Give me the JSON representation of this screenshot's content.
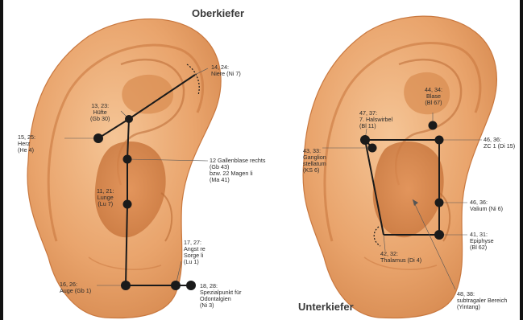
{
  "titles": {
    "top": "Oberkiefer",
    "bottom": "Unterkiefer"
  },
  "left_ear": {
    "labels": {
      "niere": "14, 24:\nNiere (Ni 7)",
      "huefte": "13, 23:\nHüfte\n(Gb 30)",
      "herz": "15, 25:\nHerz\n(He 4)",
      "gallenblase": "12 Gallenblase rechts\n(Gb 43)\nbzw. 22 Magen li\n(Ma 41)",
      "lunge": "11, 21:\nLunge\n(Lu 7)",
      "angst": "17, 27:\nAngst re\nSorge li\n(Lu 1)",
      "auge": "16, 26:\nAuge (Gb 1)",
      "spezial": "18, 28:\nSpezialpunkt für\nOdontalgien\n(Ni 3)"
    }
  },
  "right_ear": {
    "labels": {
      "blase": "44, 34:\nBlase\n(Bl 67)",
      "halswirbel": "47, 37:\n7. Halswirbel\n(Bl 11)",
      "ganglion": "43, 33:\nGanglion\nstellatum\n(KS 6)",
      "zc1": "46, 36:\nZC 1 (Di 15)",
      "valium": "46, 36:\nValium (Ni 6)",
      "epiphyse": "41, 31:\nEpiphyse\n(Bl 62)",
      "thalamus": "42, 32:\nThalamus (Di 4)",
      "subtragal": "48, 38:\nsubtragaler Bereich\n(Yintang)"
    }
  },
  "colors": {
    "ear_fill": "#e9a46c",
    "ear_shadow": "#c9783f",
    "ear_light": "#f3c08f",
    "point": "#1a1a1a",
    "line": "#1a1a1a"
  }
}
